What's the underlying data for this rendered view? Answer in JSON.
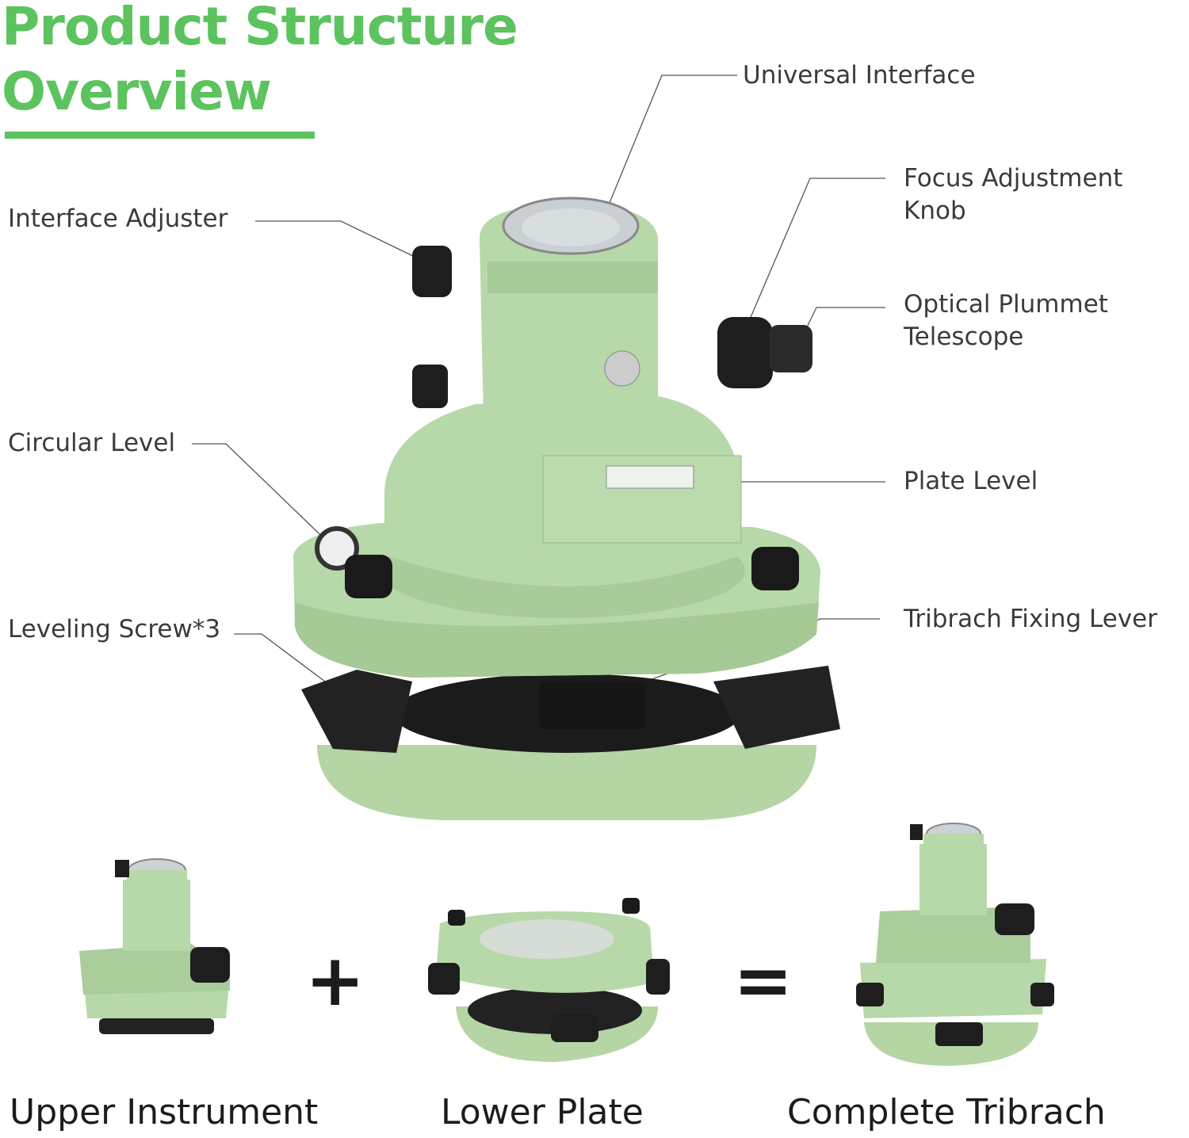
{
  "title": {
    "line1": "Product Structure",
    "line2": "Overview"
  },
  "labels": {
    "universal_interface": "Universal Interface",
    "focus_knob_1": "Focus Adjustment",
    "focus_knob_2": "Knob",
    "optical_1": "Optical Plummet",
    "optical_2": "Telescope",
    "plate_level": "Plate Level",
    "fixing_lever": "Tribrach Fixing Lever",
    "interface_adjuster": "Interface Adjuster",
    "circular_level": "Circular Level",
    "leveling_screw": "Leveling Screw*3"
  },
  "bottom": {
    "upper": "Upper Instrument",
    "plus": "+",
    "lower": "Lower Plate",
    "equals": "=",
    "complete": "Complete Tribrach"
  },
  "colors": {
    "accent": "#5cc35f",
    "body": "#b7d8a8",
    "text": "#3b3b3b"
  }
}
